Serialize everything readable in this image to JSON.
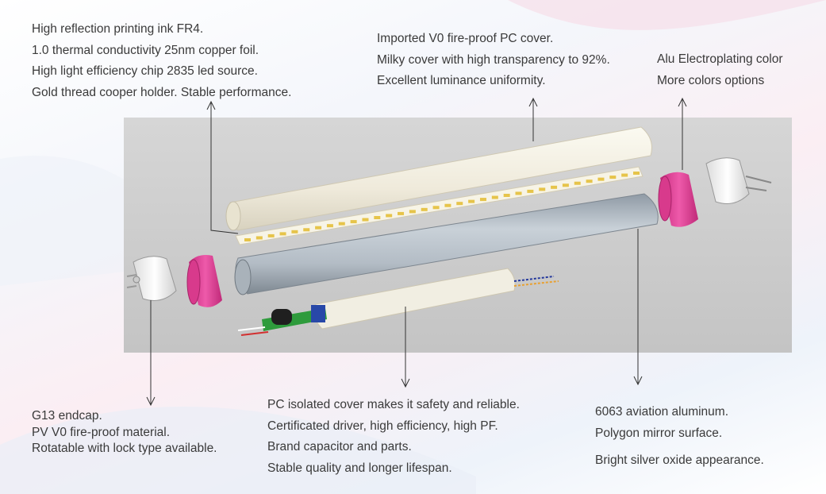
{
  "labels": {
    "pcb": [
      "High reflection printing ink FR4.",
      "1.0 thermal conductivity 25nm copper foil.",
      "High light efficiency chip 2835 led source.",
      "Gold thread  cooper holder. Stable performance."
    ],
    "cover": [
      "Imported V0 fire-proof PC cover.",
      "Milky cover with high transparency to 92%.",
      "Excellent luminance uniformity."
    ],
    "ring": [
      "Alu Electroplating color",
      "More colors options"
    ],
    "endcap": [
      "G13 endcap.",
      "PV V0 fire-proof material.",
      "Rotatable with lock type  available."
    ],
    "driver": [
      "PC isolated cover makes it safety and reliable.",
      "Certificated driver, high efficiency, high PF.",
      "Brand capacitor and parts.",
      "Stable quality and longer lifespan."
    ],
    "aluminum": [
      "6063 aviation aluminum.",
      "Polygon mirror surface.",
      "Bright silver oxide appearance."
    ]
  },
  "colors": {
    "panel": "#cccccc",
    "ring": "#e0489a",
    "cover": "#f2efe0",
    "aluminum": "#b9c2cb",
    "text": "#3a3a3a",
    "pcb_green": "#2e9b3c"
  }
}
